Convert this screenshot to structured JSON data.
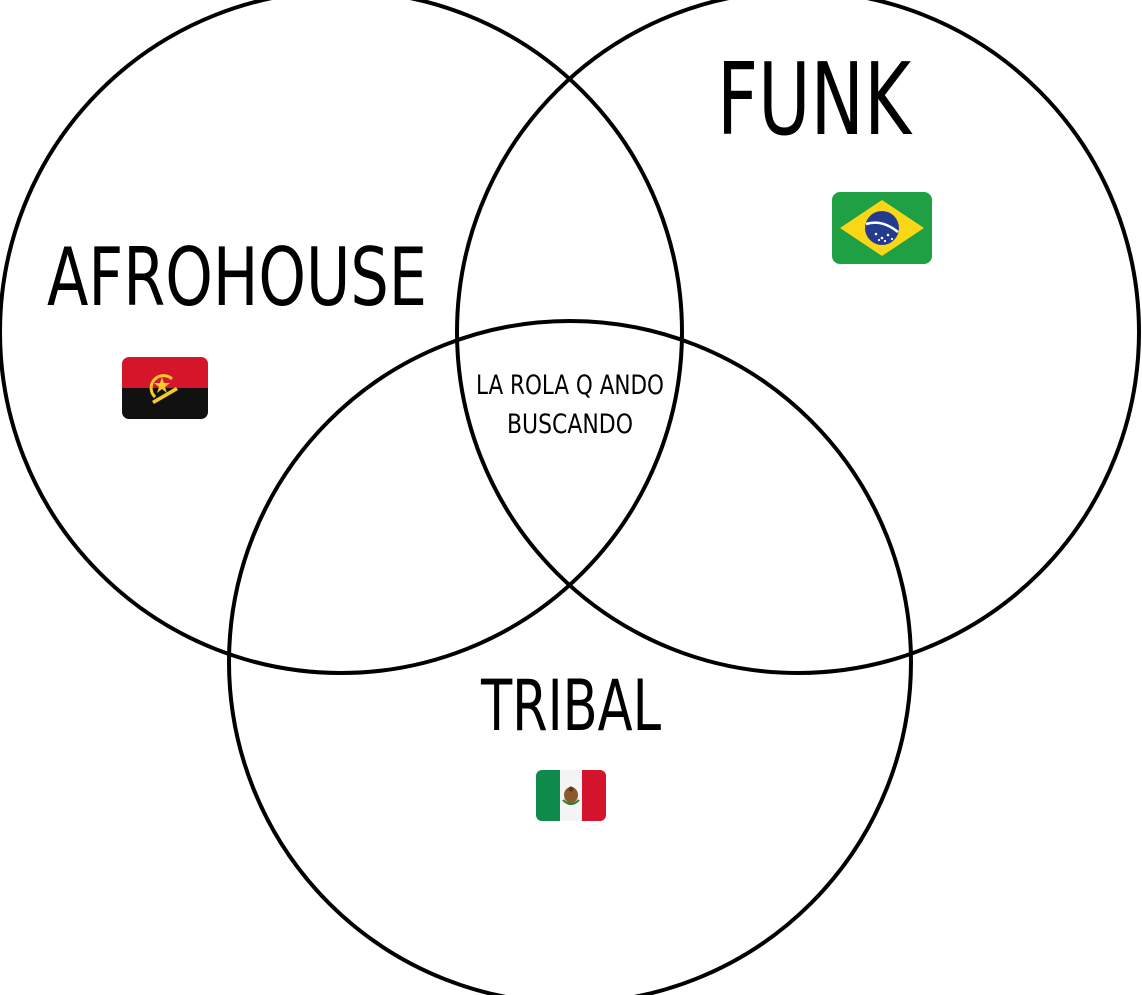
{
  "venn": {
    "sets": [
      {
        "id": "afrohouse",
        "label": "AFROHOUSE",
        "flag": "angola-flag-icon"
      },
      {
        "id": "funk",
        "label": "FUNK",
        "flag": "brazil-flag-icon"
      },
      {
        "id": "tribal",
        "label": "TRIBAL",
        "flag": "mexico-flag-icon"
      }
    ],
    "intersection": {
      "line1": "LA ROLA Q ANDO",
      "line2": "BUSCANDO"
    },
    "colors": {
      "stroke": "#000000",
      "background": "#ffffff",
      "angola_red": "#D5152A",
      "angola_black": "#111111",
      "angola_emblem": "#F9C92A",
      "brazil_green": "#1FA045",
      "brazil_yellow": "#F9D616",
      "brazil_blue": "#233A8E",
      "mexico_green": "#0E8A4A",
      "mexico_white": "#F4F4F4",
      "mexico_red": "#D4132C"
    }
  }
}
